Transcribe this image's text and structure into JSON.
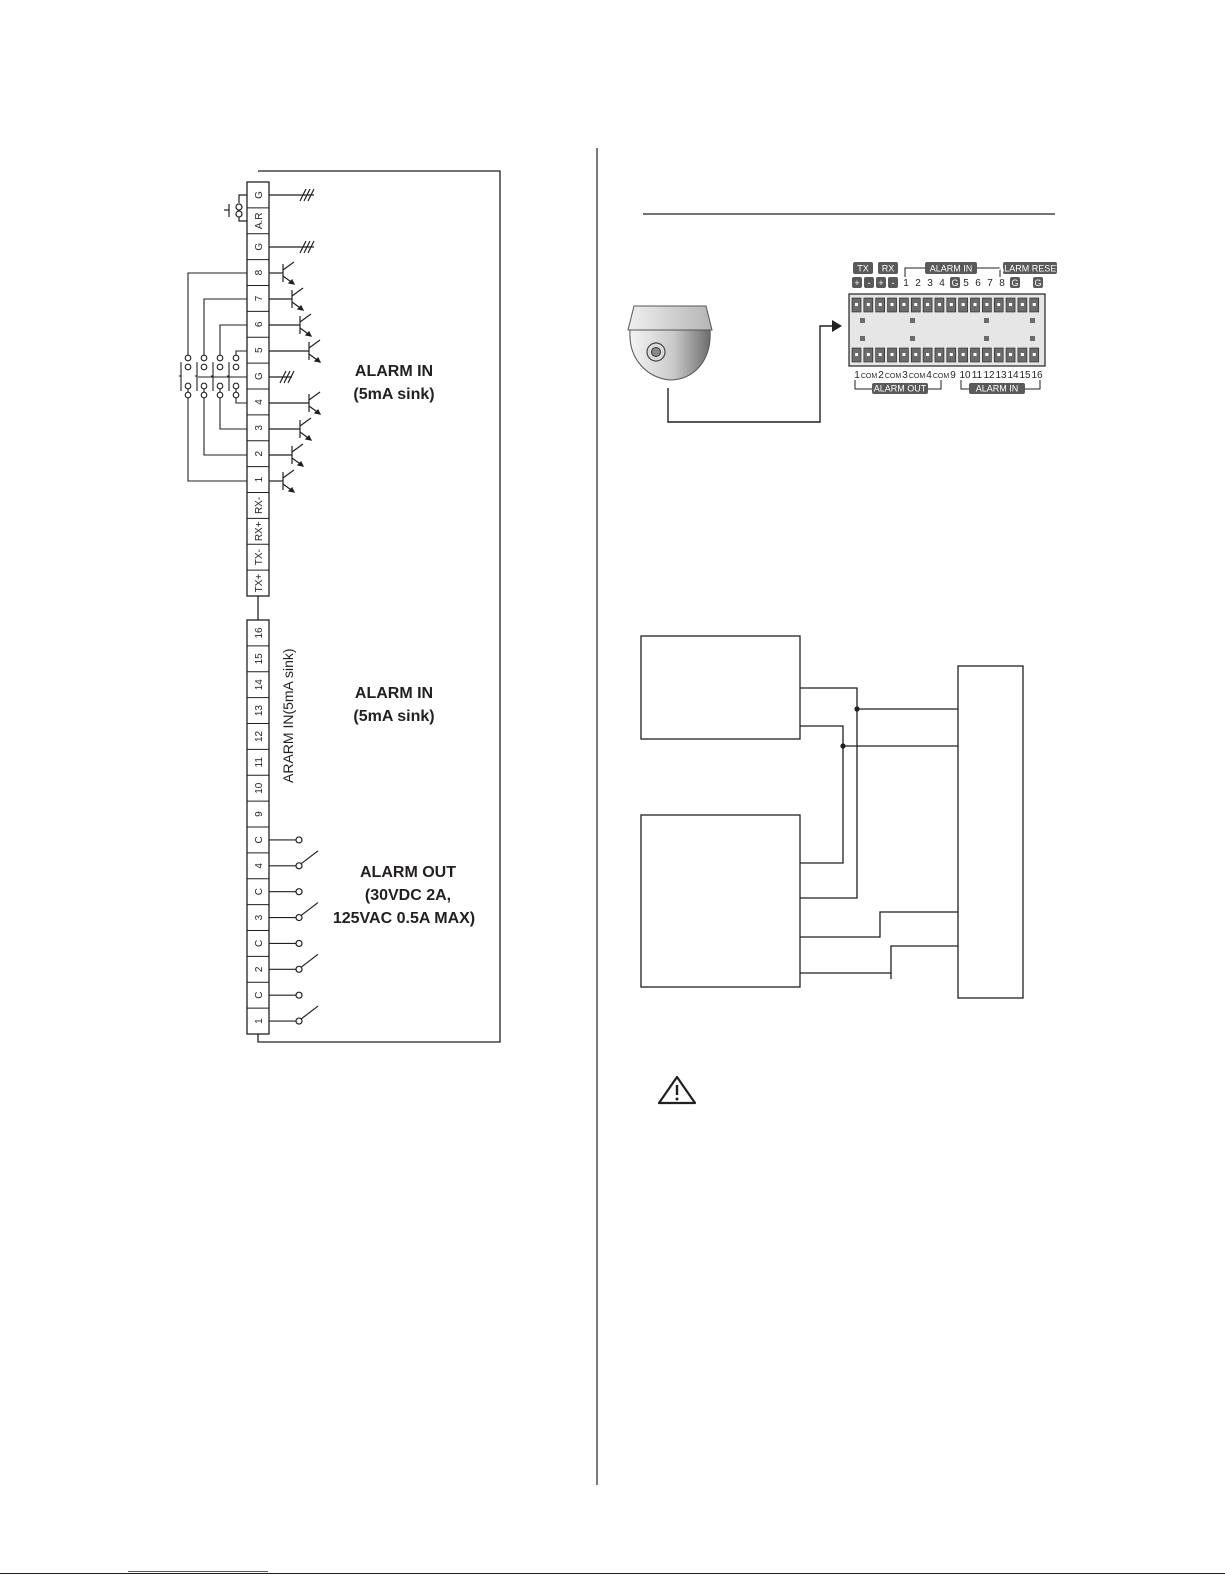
{
  "left_diagram": {
    "upper_pins": [
      "G",
      "A.R",
      "G",
      "8",
      "7",
      "6",
      "5",
      "G",
      "4",
      "3",
      "2",
      "1",
      "RX-",
      "RX+",
      "TX-",
      "TX+"
    ],
    "lower_pins": [
      "16",
      "15",
      "14",
      "13",
      "12",
      "11",
      "10",
      "9",
      "C",
      "4",
      "C",
      "3",
      "C",
      "2",
      "C",
      "1"
    ],
    "label_upper_line1": "ALARM IN",
    "label_upper_line2": "(5mA sink)",
    "label_side": "ARARM IN(5mA sink)",
    "label_middle_line1": "ALARM IN",
    "label_middle_line2": "(5mA sink)",
    "label_out_line1": "ALARM OUT",
    "label_out_line2": "(30VDC 2A,",
    "label_out_line3": "125VAC 0.5A MAX)"
  },
  "right_top": {
    "badge_tx": "TX",
    "badge_rx": "RX",
    "label_alarm_in_top": "ALARM IN",
    "badge_alarm_reset": "ALARM RESET",
    "top_numbers": [
      "+",
      "-",
      "+",
      "-",
      "1",
      "2",
      "3",
      "4",
      "G",
      "5",
      "6",
      "7",
      "8",
      "G",
      "G"
    ],
    "bottom_numbers": [
      "1",
      "COM",
      "2",
      "COM",
      "3",
      "COM",
      "4",
      "COM",
      "9",
      "10",
      "11",
      "12",
      "13",
      "14",
      "15",
      "16"
    ],
    "label_alarm_out_bottom": "ALARM OUT",
    "label_alarm_in_bottom": "ALARM IN"
  }
}
